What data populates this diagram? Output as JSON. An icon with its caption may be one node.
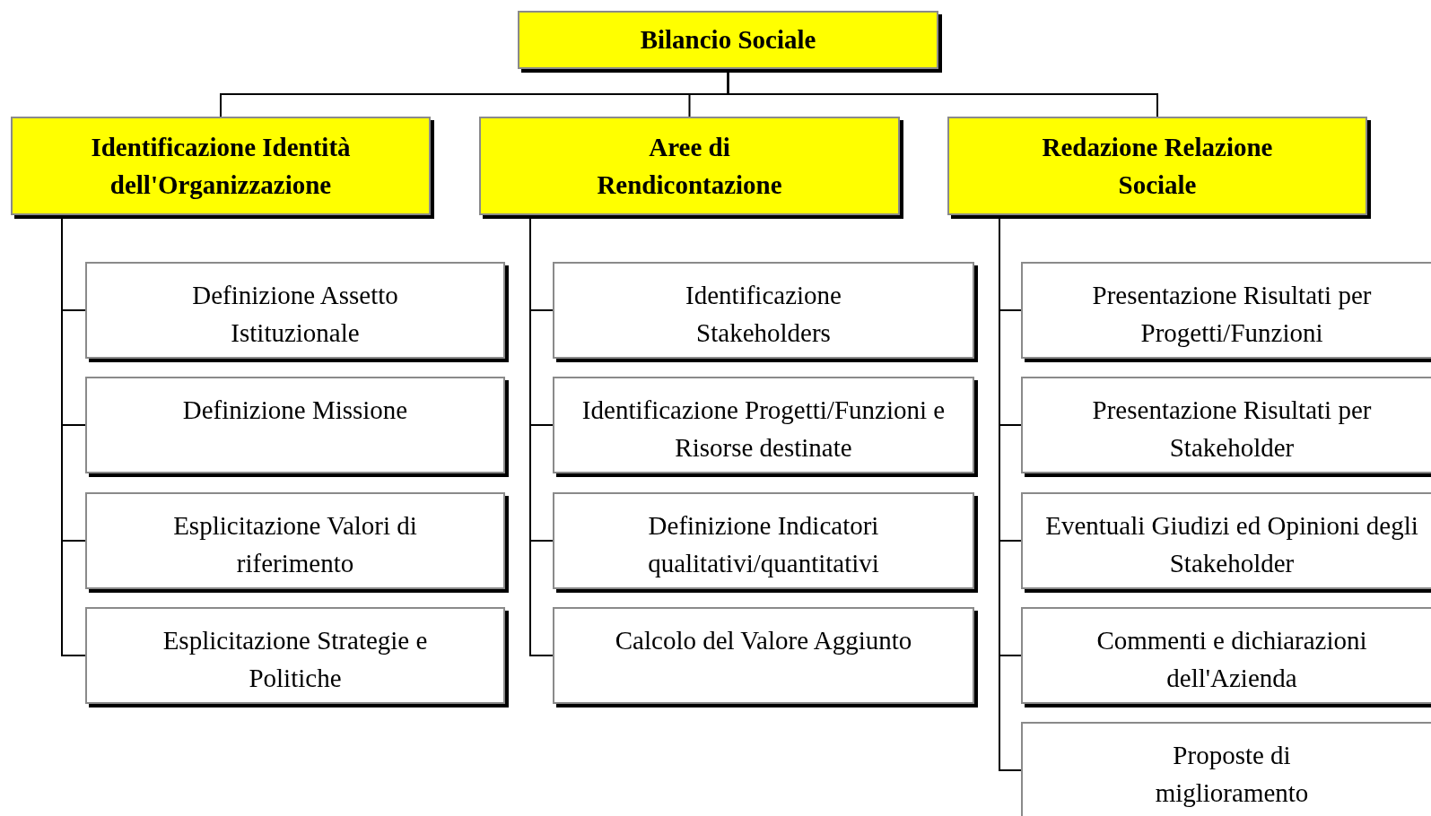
{
  "diagram": {
    "nodes": [
      {
        "text": [
          "Bilancio Sociale"
        ]
      },
      {
        "text": [
          "Identificazione Identità dell'Organizzazione"
        ]
      },
      {
        "text": [
          "Aree di Rendicontazione"
        ]
      },
      {
        "text": [
          "Redazione Relazione Sociale"
        ]
      },
      {
        "text": [
          "Definizione Assetto Istituzionale"
        ]
      },
      {
        "text": [
          "Definizione Missione"
        ]
      },
      {
        "text": [
          "Esplicitazione Valori di riferimento"
        ]
      },
      {
        "text": [
          "Esplicitazione Strategie e Politiche"
        ]
      },
      {
        "text": [
          "Identificazione Stakeholders"
        ]
      },
      {
        "text": [
          "Identificazione Progetti/Funzioni e Risorse destinate"
        ]
      },
      {
        "text": [
          "Definizione Indicatori qualitativi/quantitativi"
        ]
      },
      {
        "text": [
          "Calcolo del Valore Aggiunto"
        ]
      },
      {
        "text": [
          "Presentazione Risultati per Progetti/Funzioni"
        ]
      },
      {
        "text": [
          "Presentazione Risultati per Stakeholder"
        ]
      },
      {
        "text": [
          "Eventuali Giudizi ed Opinioni degli Stakeholder"
        ]
      },
      {
        "text": [
          "Commenti e dichiarazioni dell'Azienda"
        ]
      },
      {
        "text": [
          "Proposte di miglioramento"
        ]
      }
    ],
    "edges": [
      {
        "from": 0,
        "to": 1,
        "arrow": "none"
      },
      {
        "from": 0,
        "to": 2,
        "arrow": "none"
      },
      {
        "from": 0,
        "to": 3,
        "arrow": "none"
      },
      {
        "from": 1,
        "to": 4,
        "arrow": "none"
      },
      {
        "from": 1,
        "to": 5,
        "arrow": "none"
      },
      {
        "from": 1,
        "to": 6,
        "arrow": "none"
      },
      {
        "from": 1,
        "to": 7,
        "arrow": "none"
      },
      {
        "from": 2,
        "to": 8,
        "arrow": "none"
      },
      {
        "from": 2,
        "to": 9,
        "arrow": "none"
      },
      {
        "from": 2,
        "to": 10,
        "arrow": "none"
      },
      {
        "from": 2,
        "to": 11,
        "arrow": "none"
      },
      {
        "from": 3,
        "to": 12,
        "arrow": "none"
      },
      {
        "from": 3,
        "to": 13,
        "arrow": "none"
      },
      {
        "from": 3,
        "to": 14,
        "arrow": "none"
      },
      {
        "from": 3,
        "to": 15,
        "arrow": "none"
      },
      {
        "from": 3,
        "to": 16,
        "arrow": "none"
      }
    ]
  }
}
